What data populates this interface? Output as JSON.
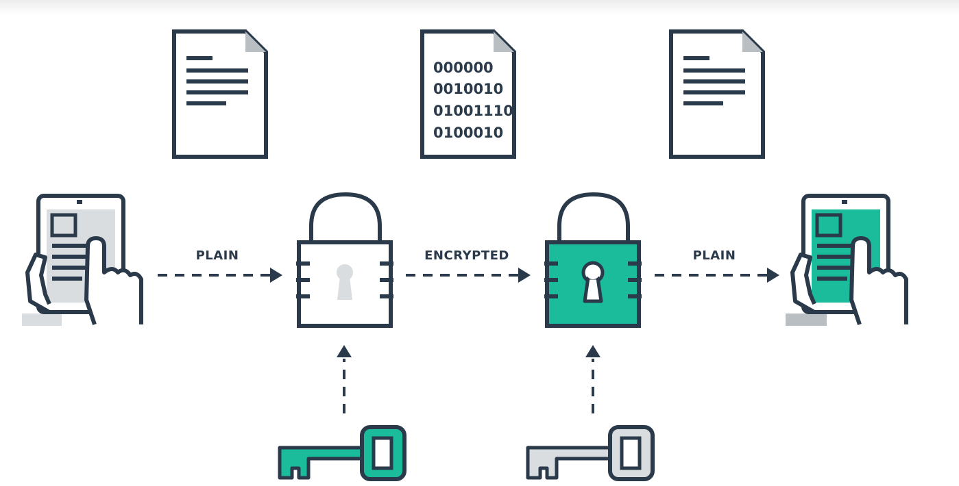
{
  "colors": {
    "outline": "#2b3a4a",
    "accent": "#1abc9c",
    "light": "#d9dddf",
    "white": "#ffffff"
  },
  "documents": [
    {
      "name": "plain-document-left",
      "kind": "text"
    },
    {
      "name": "encrypted-document",
      "kind": "binary",
      "lines": [
        "000000",
        "0010010",
        "01001110",
        "0100010"
      ]
    },
    {
      "name": "plain-document-right",
      "kind": "text"
    }
  ],
  "labels": {
    "plain_left": "PLAIN",
    "encrypted": "ENCRYPTED",
    "plain_right": "PLAIN"
  },
  "icons": [
    "tablet-hand-icon",
    "padlock-open-icon",
    "padlock-locked-icon",
    "key-icon"
  ]
}
